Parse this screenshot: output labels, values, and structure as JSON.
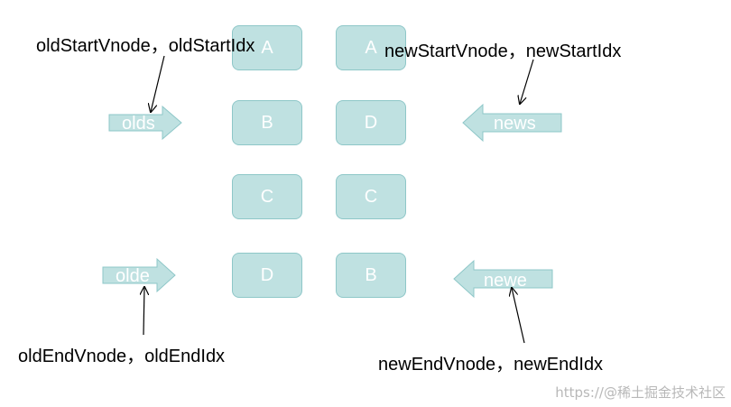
{
  "colors": {
    "node_fill": "#bfe1e1",
    "node_border": "#8ec7c8",
    "node_text": "#ffffff",
    "label_text": "#000000"
  },
  "old_nodes": [
    "A",
    "B",
    "C",
    "D"
  ],
  "new_nodes": [
    "A",
    "D",
    "C",
    "B"
  ],
  "pointers": {
    "olds": "olds",
    "olde": "olde",
    "news": "news",
    "newe": "newe"
  },
  "labels": {
    "old_start": "oldStartVnode，oldStartIdx",
    "new_start": "newStartVnode，newStartIdx",
    "old_end": "oldEndVnode，oldEndIdx",
    "new_end": "newEndVnode，newEndIdx"
  },
  "watermark": "https://@稀土掘金技术社区"
}
